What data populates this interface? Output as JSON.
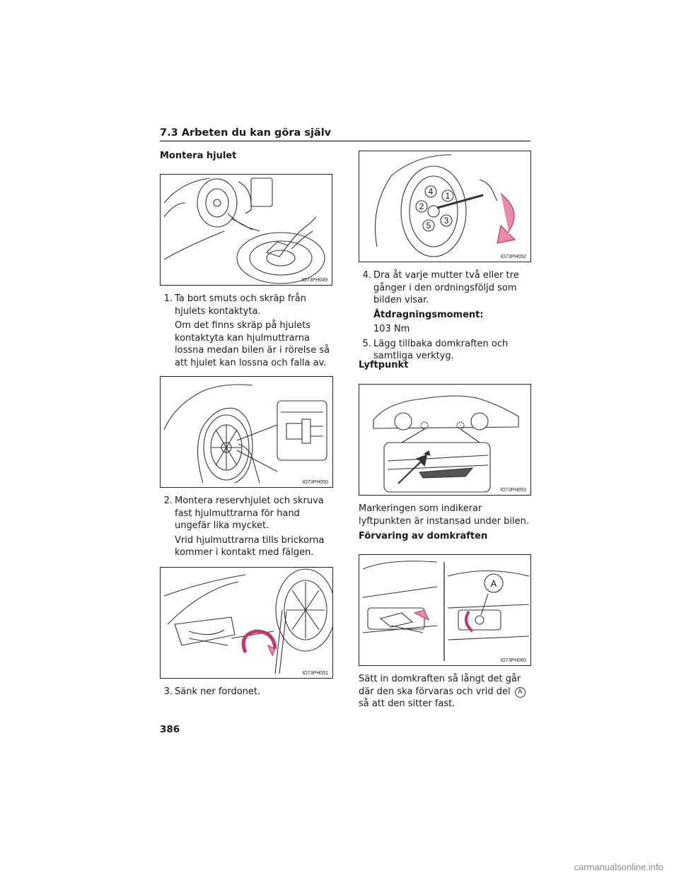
{
  "header": {
    "title": "7.3 Arbeten du kan göra själv"
  },
  "left": {
    "subtitle": "Montera hjulet",
    "fig1_code": "IO73PH049",
    "step1_num": "1.",
    "step1_text": "Ta bort smuts och skräp från hjulets kontaktyta.",
    "step1_note": "Om det finns skräp på hjulets kontaktyta kan hjulmuttrarna lossna medan bilen är i rörelse så att hjulet kan lossna och falla av.",
    "fig2_code": "IO73PH050",
    "step2_num": "2.",
    "step2_text": "Montera reservhjulet och skruva fast hjulmuttrarna för hand ungefär lika mycket.",
    "step2_note": "Vrid hjulmuttrarna tills brickorna kommer i kontakt med fälgen.",
    "fig3_code": "IO73PH051",
    "step3_num": "3.",
    "step3_text": "Sänk ner fordonet."
  },
  "right": {
    "fig4_code": "IO73PH052",
    "nut_labels": [
      "1",
      "2",
      "3",
      "4",
      "5"
    ],
    "step4_num": "4.",
    "step4_text": "Dra åt varje mutter två eller tre gånger i den ordningsföljd som bilden visar.",
    "torque_label": "Åtdragningsmoment:",
    "torque_value": "103 Nm",
    "step5_num": "5.",
    "step5_text": "Lägg tillbaka domkraften och samtliga verktyg.",
    "subtitle_lift": "Lyftpunkt",
    "fig5_code": "IO73PH053",
    "lift_text": "Markeringen som indikerar lyftpunkten är instansad under bilen.",
    "subtitle_storage": "Förvaring av domkraften",
    "fig6_code": "IO73PH060",
    "fig6_label": "A",
    "storage_text_before": "Sätt in domkraften så långt det går där den ska förvaras och vrid del",
    "storage_marker": "A",
    "storage_text_after": "så att den sitter fast."
  },
  "footer": {
    "page_number": "386",
    "watermark": "carmanualsonline.info"
  }
}
